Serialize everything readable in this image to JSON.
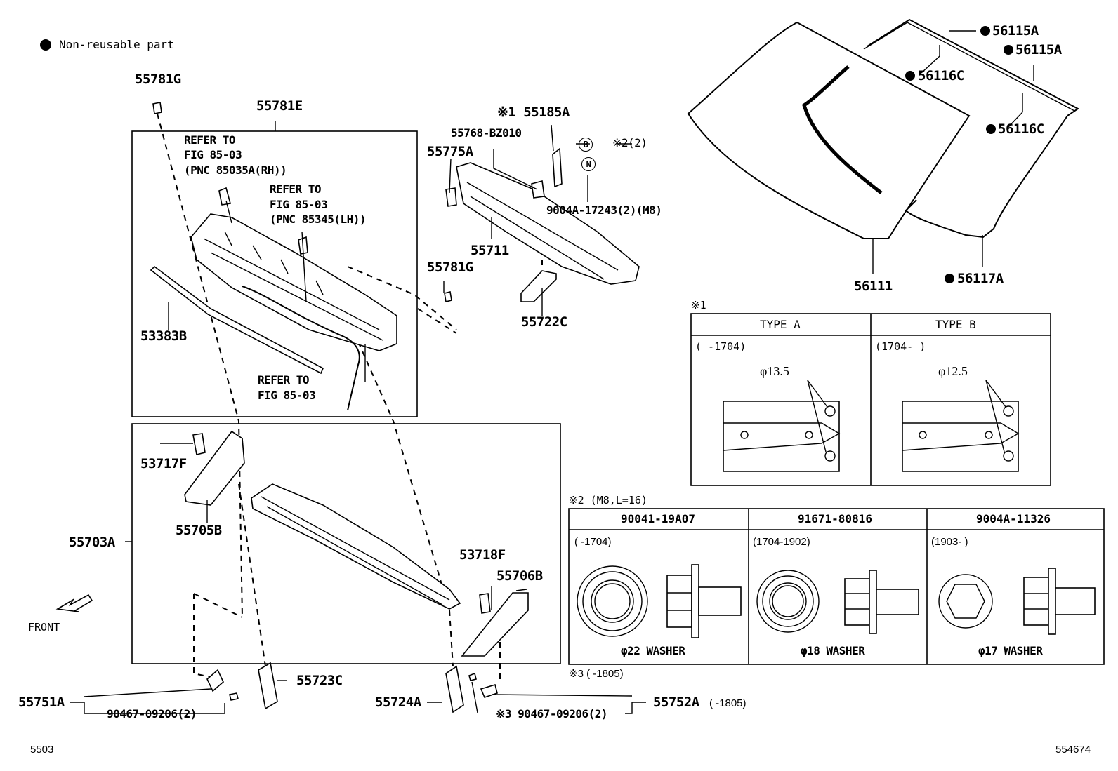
{
  "legend": {
    "text": "Non-reusable part"
  },
  "labels": {
    "p55781G_top": "55781G",
    "p55781E": "55781E",
    "refer1": [
      "REFER TO",
      "FIG 85-03",
      "(PNC 85035A(RH))"
    ],
    "refer2": [
      "REFER TO",
      "FIG 85-03",
      "(PNC 85345(LH))"
    ],
    "refer3": [
      "REFER TO",
      "FIG 85-03"
    ],
    "p53383B": "53383B",
    "p55185A": "※1 55185A",
    "p55768": "55768-BZ010",
    "p55775A": "55775A",
    "note2_2": "※2(2)",
    "circB": "B",
    "circN": "N",
    "p9004A17243": "9004A-17243(2)(M8)",
    "p55711": "55711",
    "p55781G_mid": "55781G",
    "p55722C": "55722C",
    "p56115A_1": "56115A",
    "p56115A_2": "56115A",
    "p56116C_1": "56116C",
    "p56116C_2": "56116C",
    "p56111": "56111",
    "p56117A": "56117A",
    "p53717F": "53717F",
    "p55705B": "55705B",
    "p55703A": "55703A",
    "p53718F": "53718F",
    "p55706B": "55706B",
    "front": "FRONT",
    "p55751A": "55751A",
    "p90467_left": "90467-09206(2)",
    "p55723C": "55723C",
    "p55724A": "55724A",
    "p90467_right": "※3 90467-09206(2)",
    "p55752A": "55752A",
    "p55752A_note": "( -1805)",
    "fig_no": "5503",
    "img_no": "554674"
  },
  "table1": {
    "mark": "※1",
    "cols": [
      {
        "header": "TYPE A",
        "range": "( -1704)",
        "dia": "φ13.5"
      },
      {
        "header": "TYPE B",
        "range": "(1704- )",
        "dia": "φ12.5"
      }
    ]
  },
  "table2": {
    "mark": "※2 (M8,L=16)",
    "cols": [
      {
        "header": "90041-19A07",
        "range": "( -1704)",
        "washer": "φ22 WASHER"
      },
      {
        "header": "91671-80816",
        "range": "(1704-1902)",
        "washer": "φ18 WASHER"
      },
      {
        "header": "9004A-11326",
        "range": "(1903- )",
        "washer": "φ17 WASHER"
      }
    ]
  },
  "note3": "※3 ( -1805)"
}
